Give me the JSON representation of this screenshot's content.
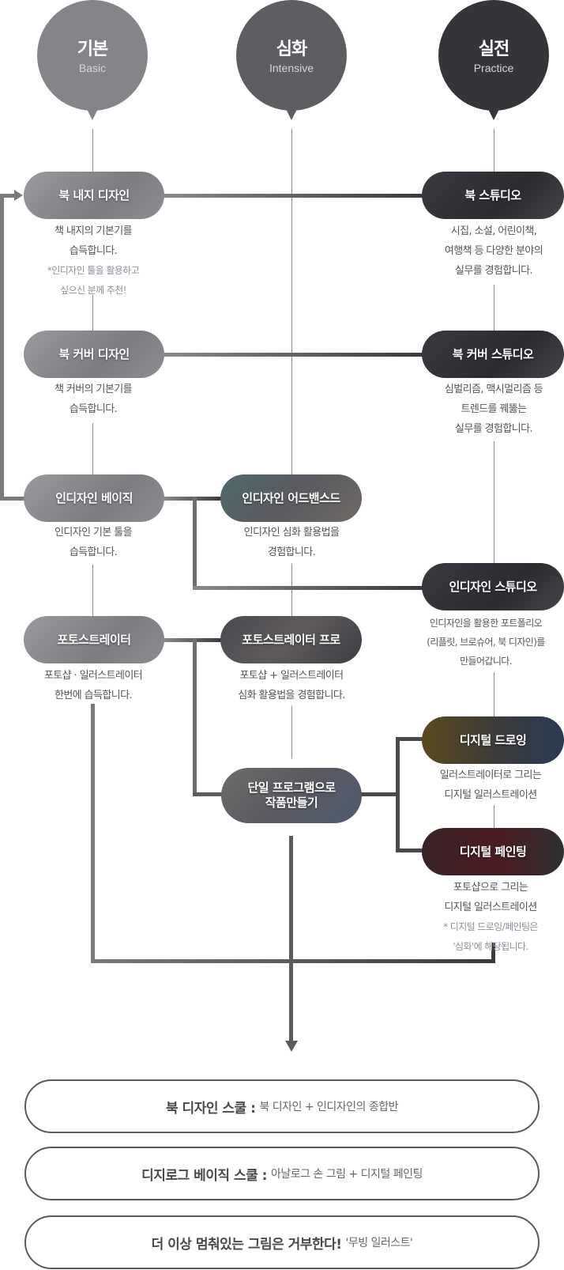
{
  "levels": [
    {
      "title": "기본",
      "subtitle": "Basic",
      "color": "#858488"
    },
    {
      "title": "심화",
      "subtitle": "Intensive",
      "color": "#5e5d62"
    },
    {
      "title": "실전",
      "subtitle": "Practice",
      "color": "#353438"
    }
  ],
  "courses": {
    "book_inner": {
      "label": "북 내지 디자인",
      "desc": [
        "책 내지의 기본기를",
        "습득합니다."
      ],
      "note": [
        "*인디자인 툴을 활용하고",
        "싶으신 분께 추천!"
      ]
    },
    "book_cover": {
      "label": "북 커버 디자인",
      "desc": [
        "책 커버의 기본기를",
        "습득합니다."
      ]
    },
    "indesign_basic": {
      "label": "인디자인 베이직",
      "desc": [
        "인디자인 기본 툴을",
        "습득합니다."
      ]
    },
    "photostrator": {
      "label": "포토스트레이터",
      "desc": [
        "포토샵 · 일러스트레이터",
        "한번에 습득합니다."
      ]
    },
    "indesign_advanced": {
      "label": "인디자인 어드밴스드",
      "desc": [
        "인디자인 심화 활용법을",
        "경험합니다."
      ]
    },
    "photostrator_pro": {
      "label": "포토스트레이터 프로",
      "desc": [
        "포토샵 + 일러스트레이터",
        "심화 활용법을 경험합니다."
      ]
    },
    "single_program": {
      "label": [
        "단일 프로그램으로",
        "작품만들기"
      ]
    },
    "book_studio": {
      "label": "북 스튜디오",
      "desc": [
        "시집, 소설, 어린이책,",
        "여행책 등 다양한 분야의",
        "실무를 경험합니다."
      ]
    },
    "book_cover_studio": {
      "label": "북 커버 스튜디오",
      "desc": [
        "심벌리즘, 맥시멀리즘 등",
        "트렌드를 꿰뚫는",
        "실무를 경험합니다."
      ]
    },
    "indesign_studio": {
      "label": "인디자인 스튜디오",
      "desc": [
        "인디자인을 활용한 포트폴리오",
        "(리플릿, 브로슈어, 북 디자인)를",
        "만들어갑니다."
      ]
    },
    "digital_drawing": {
      "label": "디지털 드로잉",
      "desc": [
        "일러스트레이터로 그리는",
        "디지털 일러스트레이션"
      ]
    },
    "digital_painting": {
      "label": "디지털 페인팅",
      "desc": [
        "포토샵으로 그리는",
        "디지털 일러스트레이션"
      ],
      "note": [
        "* 디지털 드로잉/페인팅은",
        "'심화'에 해당됩니다."
      ]
    }
  },
  "schools": [
    {
      "title": "북 디자인 스쿨 :",
      "desc": "북 디자인 + 인디자인의 종합반"
    },
    {
      "title": "디지로그 베이직 스쿨 :",
      "desc": "아날로그 손 그림 + 디지털 페인팅"
    },
    {
      "title": "더 이상 멈춰있는 그림은 거부한다!",
      "desc": "'무빙 일러스트'"
    }
  ]
}
